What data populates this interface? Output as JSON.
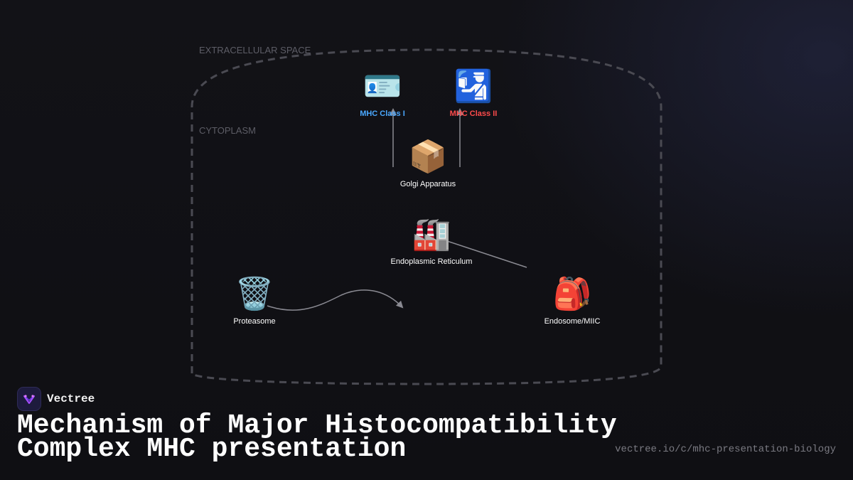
{
  "diagram": {
    "regions": {
      "extracellular_label": "EXTRACELLULAR SPACE",
      "cytoplasm_label": "CYTOPLASM"
    },
    "nodes": {
      "mhc1": {
        "icon": "🪪",
        "icon_name": "id-card-icon",
        "label": "MHC Class I",
        "color": "#4aa8ff"
      },
      "mhc2": {
        "icon": "🛂",
        "icon_name": "passport-control-icon",
        "label": "MHC Class II",
        "color": "#ff4b4b"
      },
      "golgi": {
        "icon": "📦",
        "icon_name": "package-icon",
        "label": "Golgi Apparatus"
      },
      "er": {
        "icon": "🏭",
        "icon_name": "factory-icon",
        "label": "Endoplasmic Reticulum"
      },
      "proteasome": {
        "icon": "🗑️",
        "icon_name": "wastebasket-icon",
        "label": "Proteasome"
      },
      "endosome": {
        "icon": "🎒",
        "icon_name": "backpack-icon",
        "label": "Endosome/MIIC"
      }
    },
    "edges": [
      {
        "from": "proteasome",
        "to": "er"
      },
      {
        "from": "endosome",
        "to": "er"
      },
      {
        "from": "golgi",
        "to": "mhc1"
      },
      {
        "from": "golgi",
        "to": "mhc2"
      }
    ]
  },
  "footer": {
    "brand_name": "Vectree",
    "title_line1": "Mechanism of Major Histocompatibility",
    "title_line2": "Complex MHC presentation",
    "url": "vectree.io/c/mhc-presentation-biology"
  }
}
